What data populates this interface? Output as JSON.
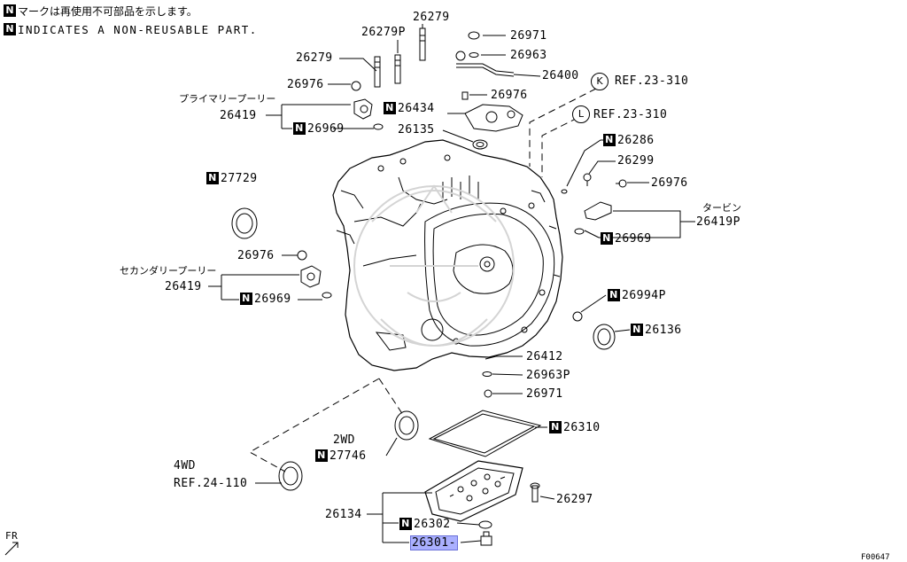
{
  "legend": {
    "marker": "N",
    "line1": "マークは再使用不可部品を示します。",
    "line2": "INDICATES A NON-REUSABLE PART."
  },
  "callouts": [
    {
      "id": "26279",
      "text": "26279"
    },
    {
      "id": "26279P",
      "text": "26279P"
    },
    {
      "id": "26279b",
      "text": "26279"
    },
    {
      "id": "26971a",
      "text": "26971"
    },
    {
      "id": "26963",
      "text": "26963"
    },
    {
      "id": "26400",
      "text": "26400"
    },
    {
      "id": "26976a",
      "text": "26976"
    },
    {
      "id": "26976b",
      "text": "26976"
    },
    {
      "id": "26434",
      "text": "26434",
      "n": true
    },
    {
      "id": "26419a",
      "text": "26419"
    },
    {
      "id": "26969a",
      "text": "26969",
      "n": true
    },
    {
      "id": "26135",
      "text": "26135"
    },
    {
      "id": "26286",
      "text": "26286",
      "n": true
    },
    {
      "id": "26299",
      "text": "26299"
    },
    {
      "id": "26976c",
      "text": "26976"
    },
    {
      "id": "27729",
      "text": "27729",
      "n": true
    },
    {
      "id": "26419P",
      "text": "26419P"
    },
    {
      "id": "26969b",
      "text": "26969",
      "n": true
    },
    {
      "id": "26976d",
      "text": "26976"
    },
    {
      "id": "26419b",
      "text": "26419"
    },
    {
      "id": "26969c",
      "text": "26969",
      "n": true
    },
    {
      "id": "26994P",
      "text": "26994P",
      "n": true
    },
    {
      "id": "26136",
      "text": "26136",
      "n": true
    },
    {
      "id": "26412",
      "text": "26412"
    },
    {
      "id": "26963P",
      "text": "26963P"
    },
    {
      "id": "26971b",
      "text": "26971"
    },
    {
      "id": "26310",
      "text": "26310",
      "n": true
    },
    {
      "id": "27746",
      "text": "27746",
      "n": true
    },
    {
      "id": "26297",
      "text": "26297"
    },
    {
      "id": "26134",
      "text": "26134"
    },
    {
      "id": "26302",
      "text": "26302",
      "n": true
    },
    {
      "id": "26301",
      "text": "26301-",
      "highlighted": true
    }
  ],
  "jp_labels": {
    "primary_pulley": "プライマリープーリー",
    "secondary_pulley": "セカンダリープーリー",
    "turbine": "タービン"
  },
  "refs": {
    "k": {
      "letter": "K",
      "text": "REF.23-310"
    },
    "l": {
      "letter": "L",
      "text": "REF.23-310"
    },
    "wd4_ref": "REF.24-110"
  },
  "drive_labels": {
    "wd2": "2WD",
    "wd4": "4WD"
  },
  "direction": "FR",
  "figure_code": "F00647"
}
